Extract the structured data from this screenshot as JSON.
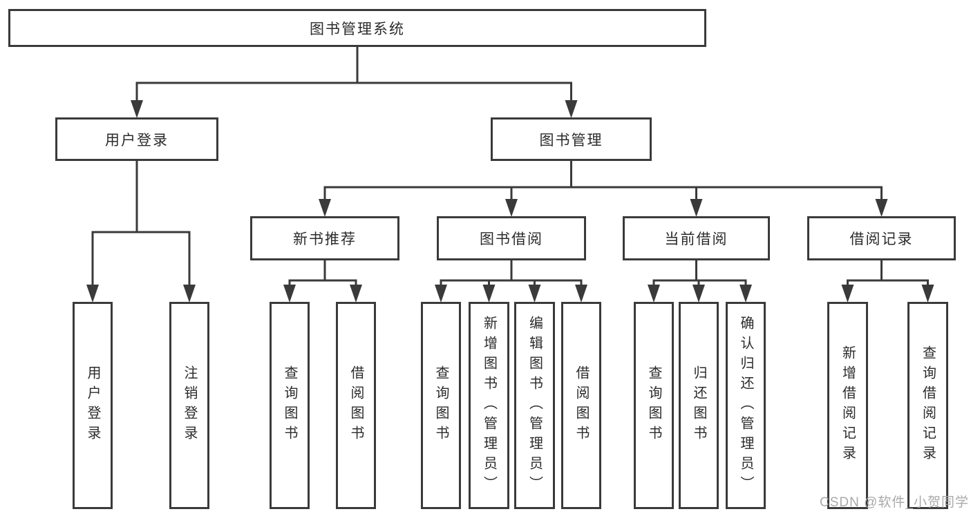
{
  "title": "图书管理系统",
  "level2": [
    {
      "label": "用户登录",
      "parent": "图书管理系统"
    },
    {
      "label": "图书管理",
      "parent": "图书管理系统"
    }
  ],
  "level3": [
    {
      "label": "新书推荐",
      "parent": "图书管理"
    },
    {
      "label": "图书借阅",
      "parent": "图书管理"
    },
    {
      "label": "当前借阅",
      "parent": "图书管理"
    },
    {
      "label": "借阅记录",
      "parent": "图书管理"
    }
  ],
  "leaves": [
    {
      "label": "用户登录",
      "parent": "用户登录"
    },
    {
      "label": "注销登录",
      "parent": "用户登录"
    },
    {
      "label": "查询图书",
      "parent": "新书推荐"
    },
    {
      "label": "借阅图书",
      "parent": "新书推荐"
    },
    {
      "label": "查询图书",
      "parent": "图书借阅"
    },
    {
      "label": "新增图书（管理员）",
      "parent": "图书借阅"
    },
    {
      "label": "编辑图书（管理员）",
      "parent": "图书借阅"
    },
    {
      "label": "借阅图书",
      "parent": "图书借阅"
    },
    {
      "label": "查询图书",
      "parent": "当前借阅"
    },
    {
      "label": "归还图书",
      "parent": "当前借阅"
    },
    {
      "label": "确认归还（管理员）",
      "parent": "当前借阅"
    },
    {
      "label": "新增借阅记录",
      "parent": "借阅记录"
    },
    {
      "label": "查询借阅记录",
      "parent": "借阅记录"
    }
  ],
  "watermark": "CSDN @软件_小贺同学",
  "colors": {
    "line": "#3a3a3a",
    "text": "#2b2b2b",
    "watermark": "#a9a9a9",
    "background": "#ffffff"
  }
}
